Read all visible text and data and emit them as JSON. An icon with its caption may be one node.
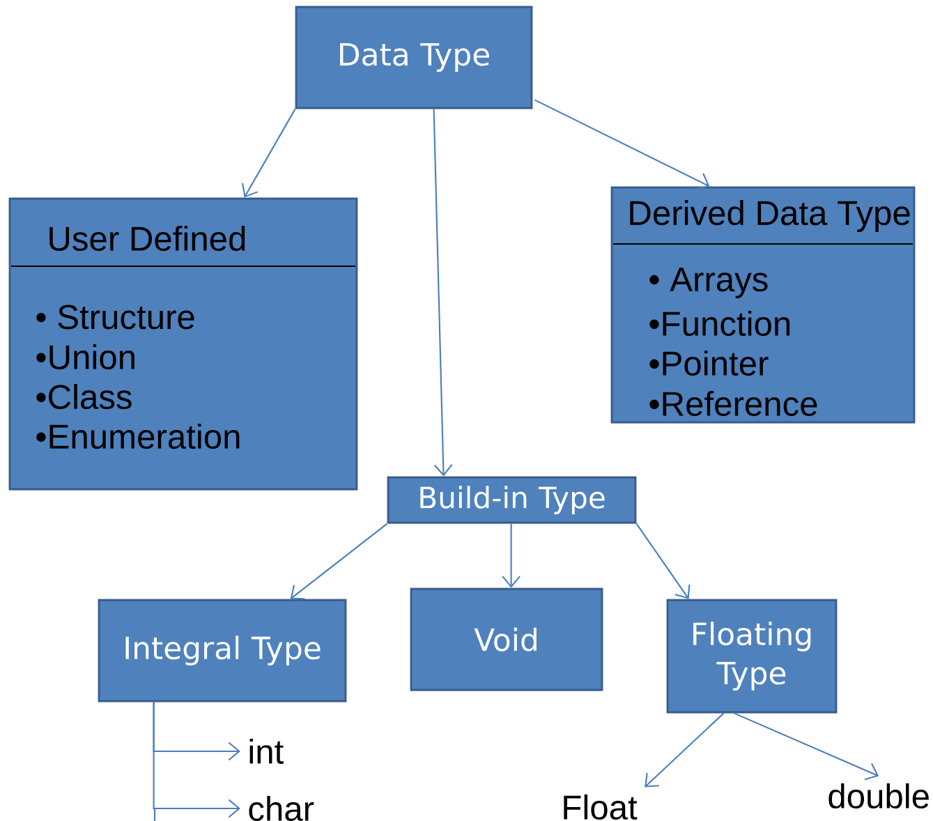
{
  "diagram": {
    "nodes": [
      {
        "text": [
          "Data Type"
        ]
      },
      {
        "text": [
          "User Defined",
          "• Structure",
          "•Union",
          "•Class",
          "•Enumeration"
        ]
      },
      {
        "text": [
          "Derived Data Type",
          "• Arrays",
          "•Function",
          "•Pointer",
          "•Reference"
        ]
      },
      {
        "text": [
          "Build-in Type"
        ]
      },
      {
        "text": [
          "Integral Type"
        ]
      },
      {
        "text": [
          "Void"
        ]
      },
      {
        "text": [
          "Floating Type"
        ]
      },
      {
        "text": [
          "int"
        ]
      },
      {
        "text": [
          "char"
        ]
      },
      {
        "text": [
          "Float"
        ]
      },
      {
        "text": [
          "double"
        ]
      }
    ],
    "edges": [
      {
        "from": 0,
        "to": 1,
        "arrow": "to"
      },
      {
        "from": 0,
        "to": 3,
        "arrow": "to"
      },
      {
        "from": 0,
        "to": 2,
        "arrow": "to"
      },
      {
        "from": 3,
        "to": 4,
        "arrow": "to"
      },
      {
        "from": 3,
        "to": 5,
        "arrow": "to"
      },
      {
        "from": 3,
        "to": 6,
        "arrow": "to"
      },
      {
        "from": 4,
        "to": 7,
        "arrow": "to"
      },
      {
        "from": 4,
        "to": 8,
        "arrow": "to"
      },
      {
        "from": 6,
        "to": 9,
        "arrow": "to"
      },
      {
        "from": 6,
        "to": 10,
        "arrow": "to"
      }
    ]
  }
}
